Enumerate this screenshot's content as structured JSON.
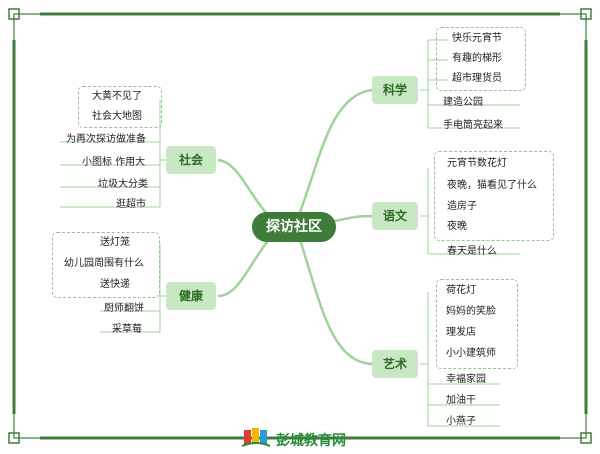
{
  "center": "探访社区",
  "branches": {
    "science": {
      "label": "科学",
      "items": [
        "快乐元宵节",
        "有趣的梯形",
        "超市理货员",
        "建造公园",
        "手电筒亮起来"
      ]
    },
    "chinese": {
      "label": "语文",
      "items": [
        "元宵节数花灯",
        "夜晚，猫看见了什么",
        "造房子",
        "夜晚",
        "春天是什么"
      ]
    },
    "art": {
      "label": "艺术",
      "items": [
        "荷花灯",
        "妈妈的笑脸",
        "理发店",
        "小小建筑师",
        "幸福家园",
        "加油干",
        "小燕子"
      ]
    },
    "society": {
      "label": "社会",
      "items": [
        "大黄不见了",
        "社会大地图",
        "为再次探访做准备",
        "小图标 作用大",
        "垃圾大分类",
        "逛超市"
      ]
    },
    "health": {
      "label": "健康",
      "items": [
        "送灯笼",
        "幼儿园周围有什么",
        "送快递",
        "厨师翻饼",
        "采草莓"
      ]
    }
  },
  "watermark": "彭城教育网",
  "colors": {
    "frame": "#3f7c39",
    "branch_fill": "#c8e8c4",
    "center_fill": "#3f7c39",
    "line": "#9fd39a"
  }
}
